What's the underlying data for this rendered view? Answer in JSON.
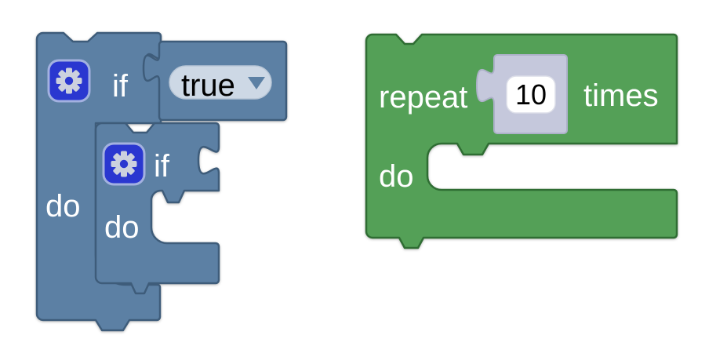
{
  "workspace": {
    "background": "#ffffff"
  },
  "colors": {
    "background": "#ffffff",
    "logic_fill": "#5c80a4",
    "logic_stroke": "#3e5c7a",
    "loop_fill": "#54a057",
    "loop_stroke": "#2f6d33",
    "mutator_fill": "#2a37d0",
    "mutator_stroke": "#a3b1e0",
    "gear_glyph": "#ccd1de",
    "dropdown_fill": "#cdd8e5",
    "dropdown_stroke": "#b8c6d6",
    "dropdown_arrow": "#5c80a4",
    "shadow_fill": "#c5c8dc",
    "shadow_stroke": "#adb1c9",
    "field_fill": "#ffffff",
    "field_stroke": "#dcdee8",
    "field_text": "#000000",
    "label_color": "#ffffff"
  },
  "left_stack": {
    "outer_if_block": {
      "keyword": "if",
      "do_label": "do"
    },
    "condition_block": {
      "selected_value": "true"
    },
    "nested_if_block": {
      "keyword": "if",
      "do_label": "do"
    }
  },
  "right_stack": {
    "repeat_block": {
      "keyword": "repeat",
      "suffix": "times",
      "do_label": "do",
      "count_value": "10"
    }
  }
}
